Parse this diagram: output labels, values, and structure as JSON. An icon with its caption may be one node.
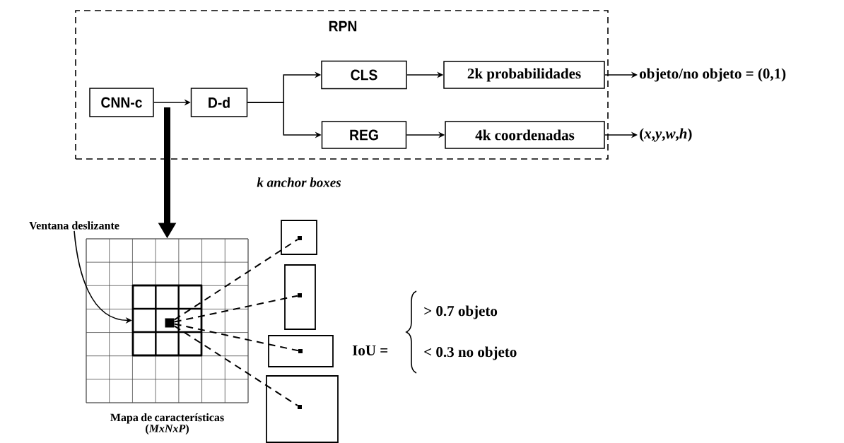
{
  "diagram": {
    "nodes": [
      {
        "text": [
          "RPN"
        ]
      },
      {
        "text": [
          "CNN-c"
        ],
        "in": 0
      },
      {
        "text": [
          "D-d"
        ],
        "in": 0
      },
      {
        "text": [
          "CLS"
        ],
        "in": 0
      },
      {
        "text": [
          "REG"
        ],
        "in": 0
      },
      {
        "text": [
          "2k probabilidades"
        ],
        "in": 0
      },
      {
        "text": [
          "4k coordenadas"
        ],
        "in": 0
      },
      {
        "text": [
          "objeto/no objeto = (0,1)"
        ]
      },
      {
        "text": [
          "(*x*,*y*,*w*,*h*)"
        ]
      },
      {
        "text": [
          "Ventana deslizante"
        ]
      },
      {
        "text": [
          "Mapa de características (*MxNxP*)"
        ]
      },
      {
        "text": [],
        "shape": "box",
        "in": 10
      },
      {
        "text": [],
        "shape": "box",
        "in": 11
      },
      {
        "text": [],
        "shape": "box"
      },
      {
        "text": [],
        "shape": "dot",
        "in": 13
      },
      {
        "text": [],
        "shape": "box"
      },
      {
        "text": [],
        "shape": "dot",
        "in": 15
      },
      {
        "text": [],
        "shape": "box"
      },
      {
        "text": [],
        "shape": "dot",
        "in": 17
      },
      {
        "text": [],
        "shape": "box"
      },
      {
        "text": [],
        "shape": "dot",
        "in": 19
      }
    ],
    "edges": [
      {
        "from": 1,
        "to": 2,
        "arrow": "to"
      },
      {
        "from": 2,
        "to": 3,
        "arrow": "to"
      },
      {
        "from": 2,
        "to": 4,
        "arrow": "to"
      },
      {
        "from": 3,
        "to": 5,
        "arrow": "to"
      },
      {
        "from": 4,
        "to": 6,
        "arrow": "to"
      },
      {
        "from": 5,
        "to": 7,
        "arrow": "to"
      },
      {
        "from": 6,
        "to": 8,
        "arrow": "to"
      },
      {
        "from": null,
        "to": 10,
        "arrow": "to",
        "style": "thick"
      },
      {
        "from": 9,
        "to": 11,
        "arrow": "to"
      },
      {
        "from": 12,
        "to": 14,
        "arrow": "none",
        "style": "dashed"
      },
      {
        "from": 12,
        "to": 16,
        "arrow": "none",
        "style": "dashed"
      },
      {
        "from": 12,
        "to": 18,
        "arrow": "none",
        "style": "dashed"
      },
      {
        "from": 12,
        "to": 20,
        "arrow": "none",
        "style": "dashed"
      }
    ],
    "labels": [
      "k anchor boxes",
      "IoU =",
      "> 0.7 objeto",
      "< 0.3 no objeto"
    ]
  }
}
